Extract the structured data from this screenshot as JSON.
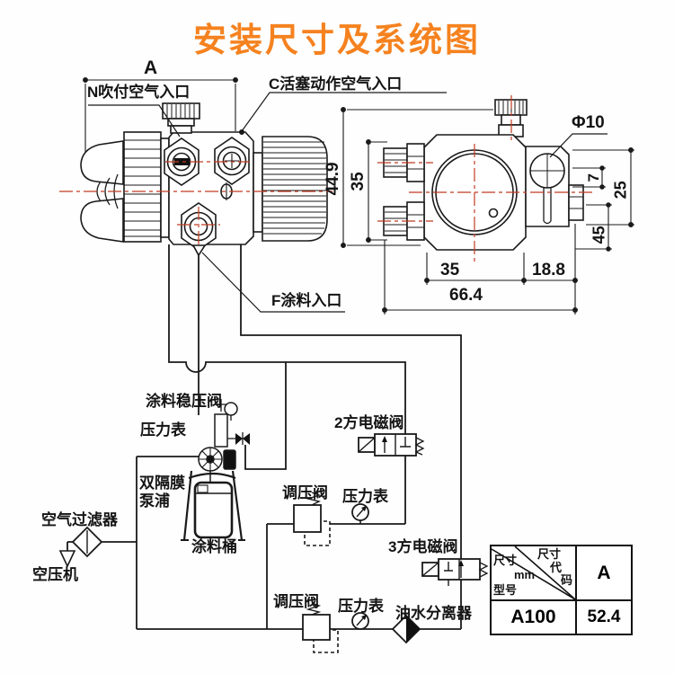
{
  "title": "安装尺寸及系统图",
  "colors": {
    "title": "#f5821f",
    "centerline": "#c23b22",
    "ink": "#1a1a1a"
  },
  "gun": {
    "dim_a_label": "A",
    "port_n": "N吹付空气入口",
    "port_c": "C活塞动作空气入口",
    "port_f": "F涂料入口",
    "hole_label": "Φ10",
    "dim_height": "44.9",
    "dim_side_35": "35",
    "dim_bottom_35": "35",
    "dim_bottom_188": "18.8",
    "dim_bottom_664": "66.4",
    "dim_right_7": "7",
    "dim_right_25": "25",
    "dim_right_45": "45"
  },
  "system": {
    "paint_regulator": "涂料稳压阀",
    "gauge_pump": "压力表",
    "pump": "双隔膜泵浦",
    "bucket": "涂料桶",
    "air_filter": "空气过滤器",
    "compressor": "空压机",
    "valve_2way": "2方电磁阀",
    "regulator_mid": "调压阀",
    "gauge_mid": "压力表",
    "valve_3way": "3方电磁阀",
    "regulator_bottom": "调压阀",
    "gauge_bottom": "压力表",
    "separator": "油水分离器"
  },
  "table": {
    "diag_size": "尺寸",
    "diag_unit": "mm",
    "diag_code_1": "尺寸",
    "diag_code_2": "代",
    "diag_code_3": "码",
    "diag_model": "型号",
    "col_a": "A",
    "rows": [
      {
        "model": "A100",
        "a": "52.4"
      }
    ]
  }
}
